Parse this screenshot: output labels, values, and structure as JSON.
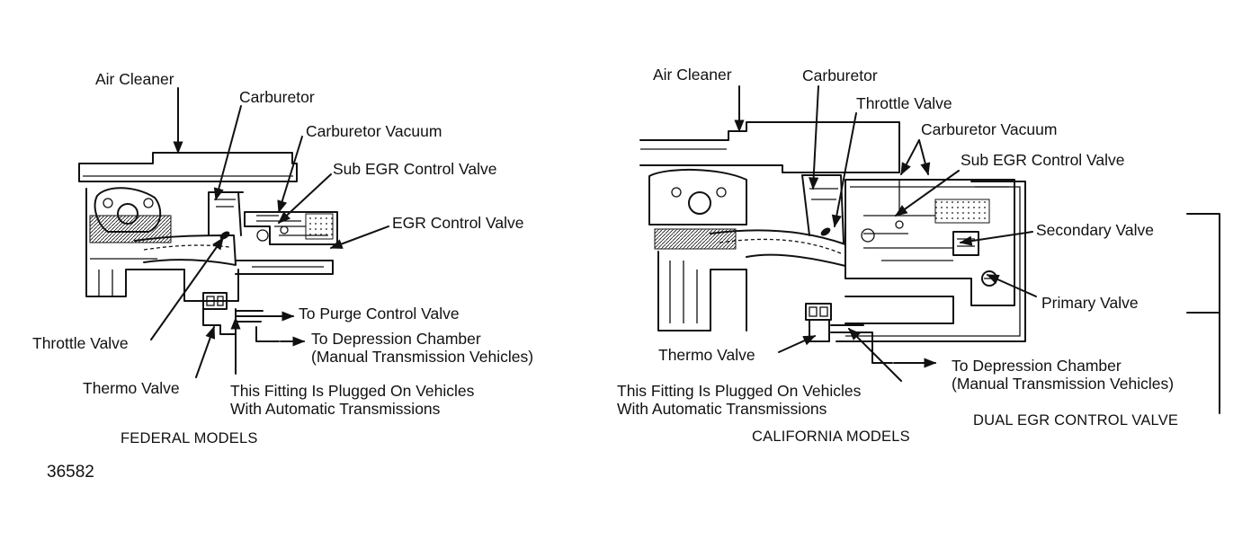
{
  "federal": {
    "air_cleaner": "Air Cleaner",
    "carburetor": "Carburetor",
    "carburetor_vacuum": "Carburetor Vacuum",
    "sub_egr_control_valve": "Sub EGR Control Valve",
    "egr_control_valve": "EGR Control Valve",
    "to_purge_control_valve": "To Purge Control Valve",
    "to_depression_chamber": "To Depression Chamber",
    "manual_transmission": "(Manual Transmission Vehicles)",
    "throttle_valve": "Throttle Valve",
    "thermo_valve": "Thermo Valve",
    "fitting_plugged_line1": "This Fitting Is Plugged On Vehicles",
    "fitting_plugged_line2": "With Automatic Transmissions",
    "caption": "FEDERAL MODELS"
  },
  "california": {
    "air_cleaner": "Air Cleaner",
    "carburetor": "Carburetor",
    "throttle_valve": "Throttle Valve",
    "carburetor_vacuum": "Carburetor Vacuum",
    "sub_egr_control_valve": "Sub EGR Control Valve",
    "secondary_valve": "Secondary Valve",
    "primary_valve": "Primary Valve",
    "thermo_valve": "Thermo Valve",
    "to_depression_chamber": "To Depression Chamber",
    "manual_transmission": "(Manual Transmission Vehicles)",
    "fitting_plugged_line1": "This Fitting Is Plugged On Vehicles",
    "fitting_plugged_line2": "With Automatic Transmissions",
    "caption": "CALIFORNIA MODELS",
    "dual_egr_caption": "DUAL EGR CONTROL VALVE"
  },
  "figure_code": "36582"
}
